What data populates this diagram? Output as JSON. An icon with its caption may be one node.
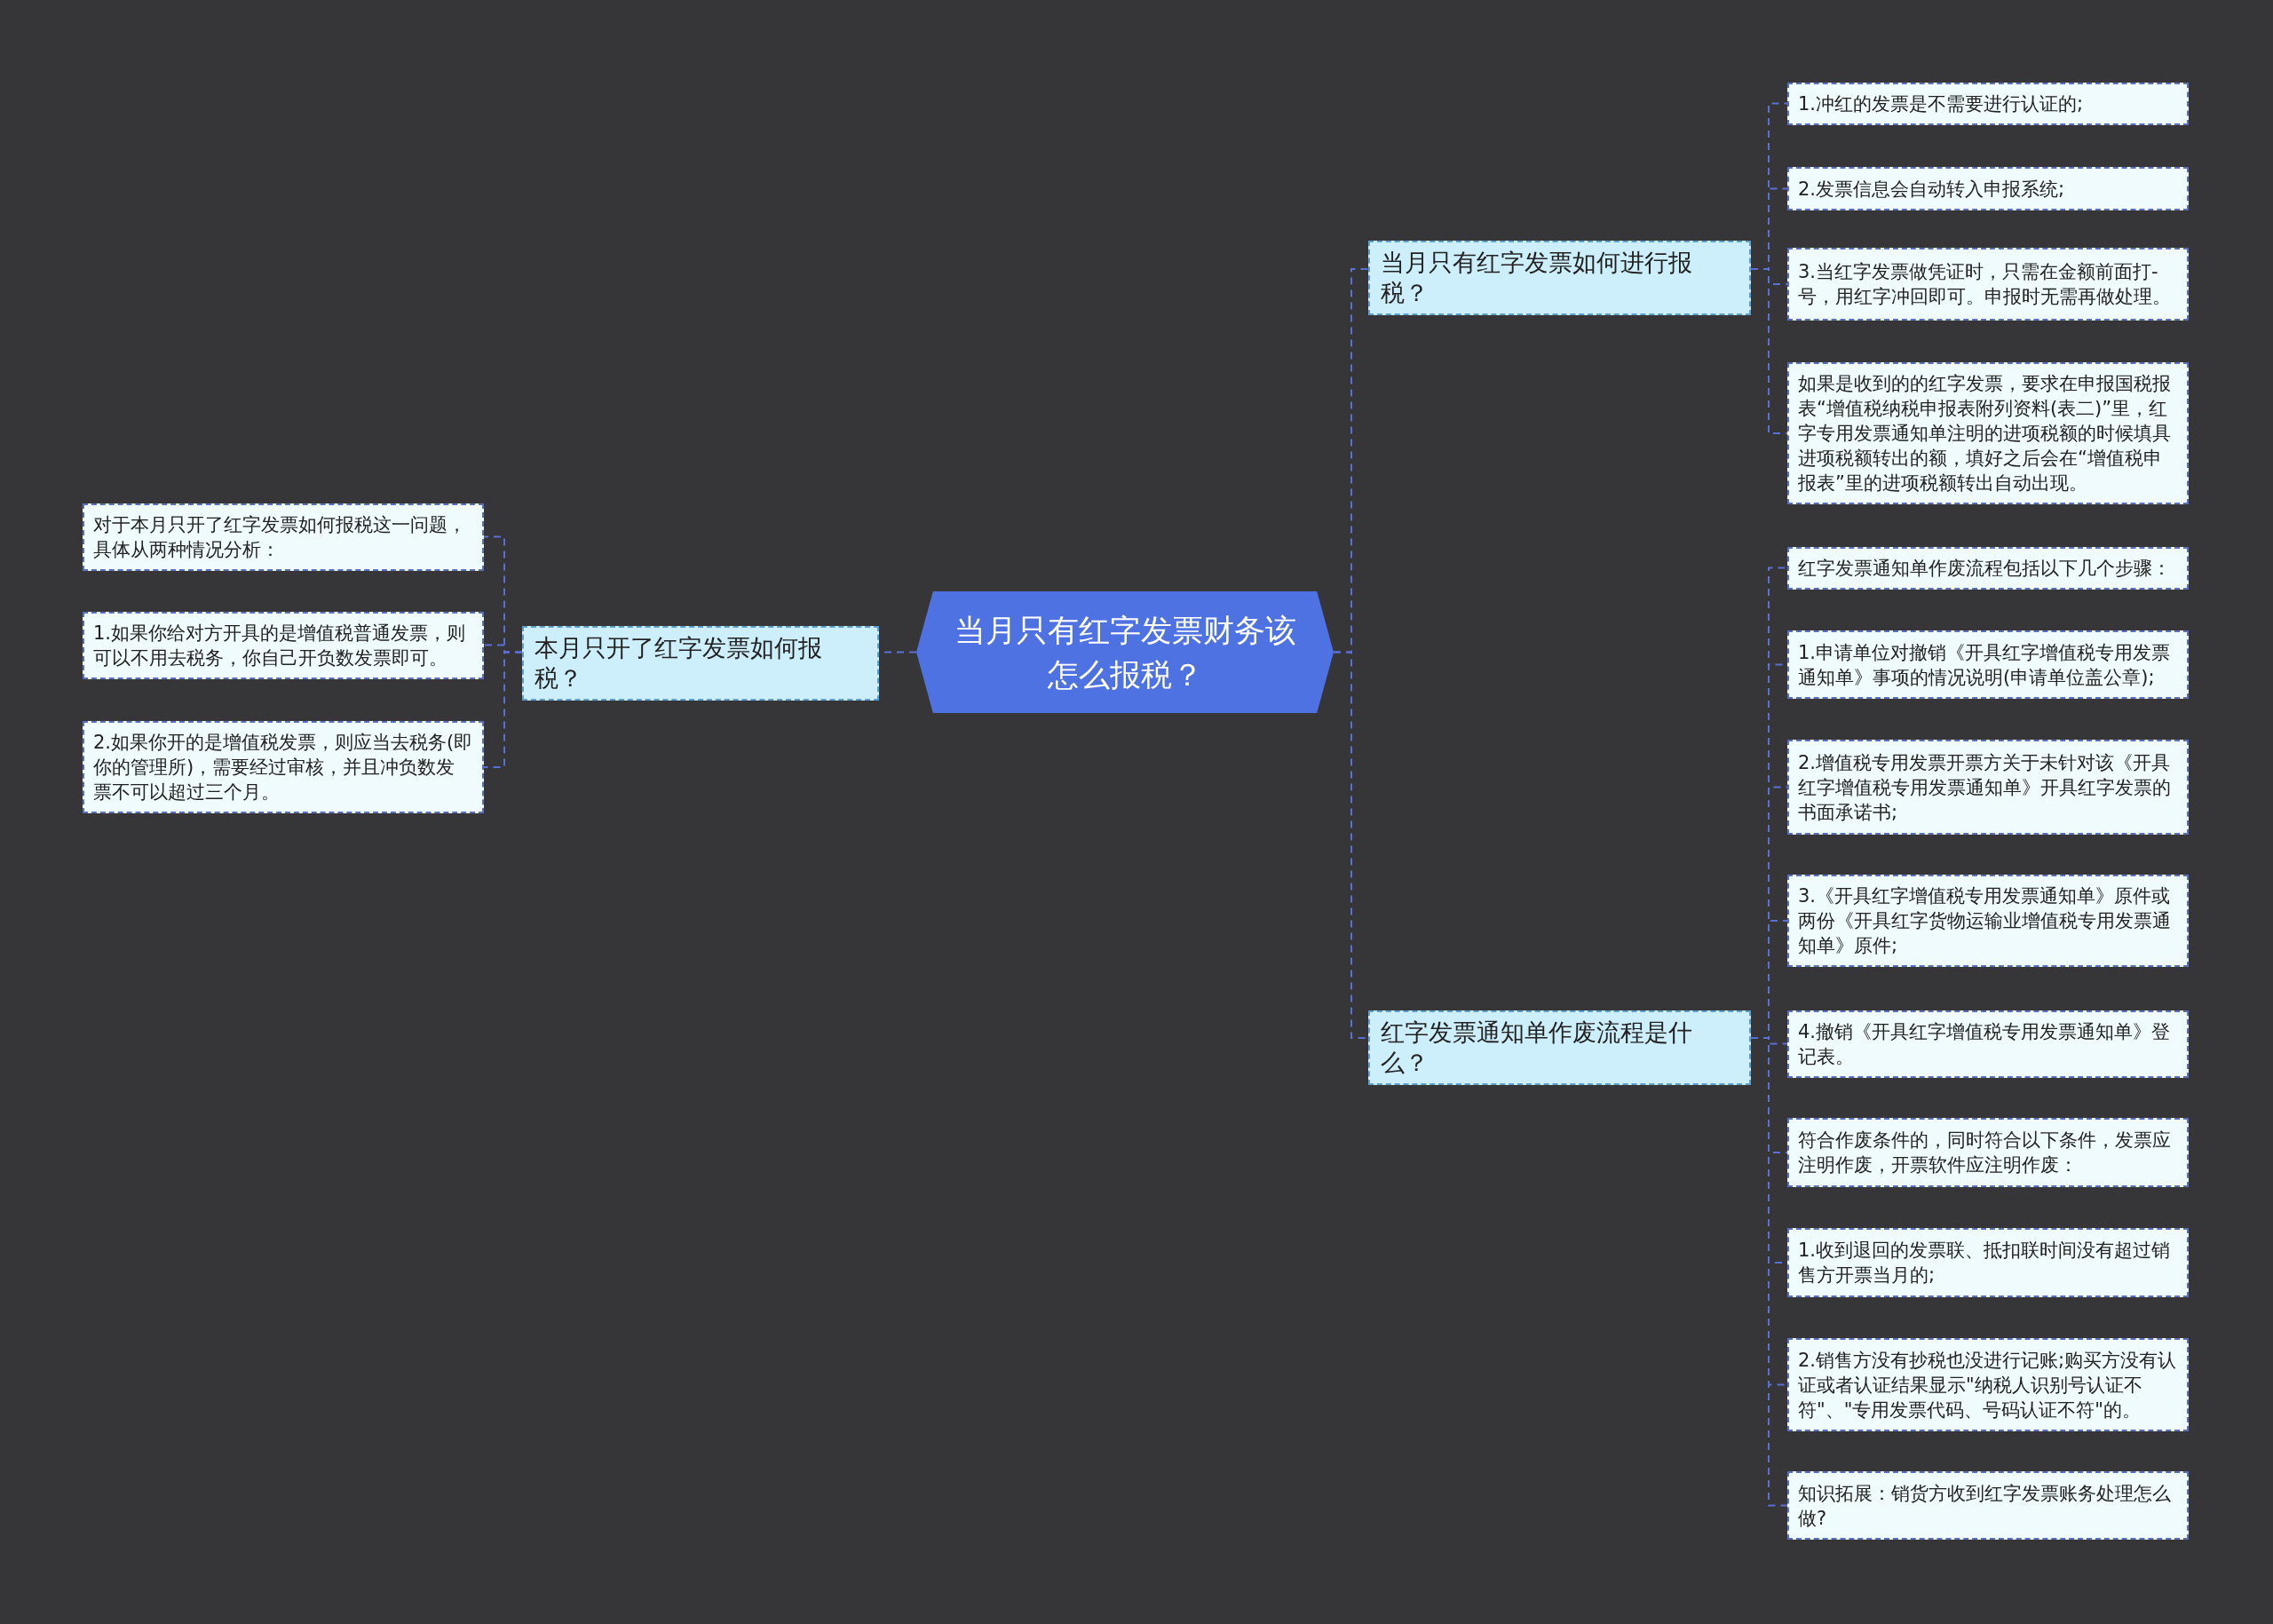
{
  "diagram": {
    "nodes": [
      {
        "text": [
          "当月只有红字发票财务该怎么报税？"
        ]
      },
      {
        "text": [
          "本月只开了红字发票如何报税？"
        ]
      },
      {
        "text": [
          "对于本月只开了红字发票如何报税这一问题，具体从两种情况分析："
        ]
      },
      {
        "text": [
          "1.如果你给对方开具的是增值税普通发票，则可以不用去税务，你自己开负数发票即可。"
        ]
      },
      {
        "text": [
          "2.如果你开的是增值税发票，则应当去税务(即你的管理所)，需要经过审核，并且冲负数发票不可以超过三个月。"
        ]
      },
      {
        "text": [
          "当月只有红字发票如何进行报税？"
        ]
      },
      {
        "text": [
          "1.冲红的发票是不需要进行认证的;"
        ]
      },
      {
        "text": [
          "2.发票信息会自动转入申报系统;"
        ]
      },
      {
        "text": [
          "3.当红字发票做凭证时，只需在金额前面打-号，用红字冲回即可。申报时无需再做处理。"
        ]
      },
      {
        "text": [
          "如果是收到的的红字发票，要求在申报国税报表“增值税纳税申报表附列资料(表二)”里，红字专用发票通知单注明的进项税额的时候填具进项税额转出的额，填好之后会在“增值税申报表”里的进项税额转出自动出现。"
        ]
      },
      {
        "text": [
          "红字发票通知单作废流程是什么？"
        ]
      },
      {
        "text": [
          "红字发票通知单作废流程包括以下几个步骤："
        ]
      },
      {
        "text": [
          "1.申请单位对撤销《开具红字增值税专用发票通知单》事项的情况说明(申请单位盖公章);"
        ]
      },
      {
        "text": [
          "2.增值税专用发票开票方关于未针对该《开具红字增值税专用发票通知单》开具红字发票的书面承诺书;"
        ]
      },
      {
        "text": [
          "3.《开具红字增值税专用发票通知单》原件或两份《开具红字货物运输业增值税专用发票通知单》原件;"
        ]
      },
      {
        "text": [
          "4.撤销《开具红字增值税专用发票通知单》登记表。"
        ]
      },
      {
        "text": [
          "符合作废条件的，同时符合以下条件，发票应注明作废，开票软件应注明作废："
        ]
      },
      {
        "text": [
          "1.收到退回的发票联、抵扣联时间没有超过销售方开票当月的;"
        ]
      },
      {
        "text": [
          "2.销售方没有抄税也没进行记账;购买方没有认证或者认证结果显示\"纳税人识别号认证不符\"、\"专用发票代码、号码认证不符\"的。"
        ]
      },
      {
        "text": [
          "知识拓展：销货方收到红字发票账务处理怎么做?"
        ]
      }
    ],
    "edges": [
      {
        "from": 0,
        "to": 1,
        "arrow": "none"
      },
      {
        "from": 1,
        "to": 2,
        "arrow": "none"
      },
      {
        "from": 1,
        "to": 3,
        "arrow": "none"
      },
      {
        "from": 1,
        "to": 4,
        "arrow": "none"
      },
      {
        "from": 0,
        "to": 5,
        "arrow": "none"
      },
      {
        "from": 5,
        "to": 6,
        "arrow": "none"
      },
      {
        "from": 5,
        "to": 7,
        "arrow": "none"
      },
      {
        "from": 5,
        "to": 8,
        "arrow": "none"
      },
      {
        "from": 5,
        "to": 9,
        "arrow": "none"
      },
      {
        "from": 0,
        "to": 10,
        "arrow": "none"
      },
      {
        "from": 10,
        "to": 11,
        "arrow": "none"
      },
      {
        "from": 10,
        "to": 12,
        "arrow": "none"
      },
      {
        "from": 10,
        "to": 13,
        "arrow": "none"
      },
      {
        "from": 10,
        "to": 14,
        "arrow": "none"
      },
      {
        "from": 10,
        "to": 15,
        "arrow": "none"
      },
      {
        "from": 10,
        "to": 16,
        "arrow": "none"
      },
      {
        "from": 10,
        "to": 17,
        "arrow": "none"
      },
      {
        "from": 10,
        "to": 18,
        "arrow": "none"
      },
      {
        "from": 10,
        "to": 19,
        "arrow": "none"
      }
    ]
  }
}
